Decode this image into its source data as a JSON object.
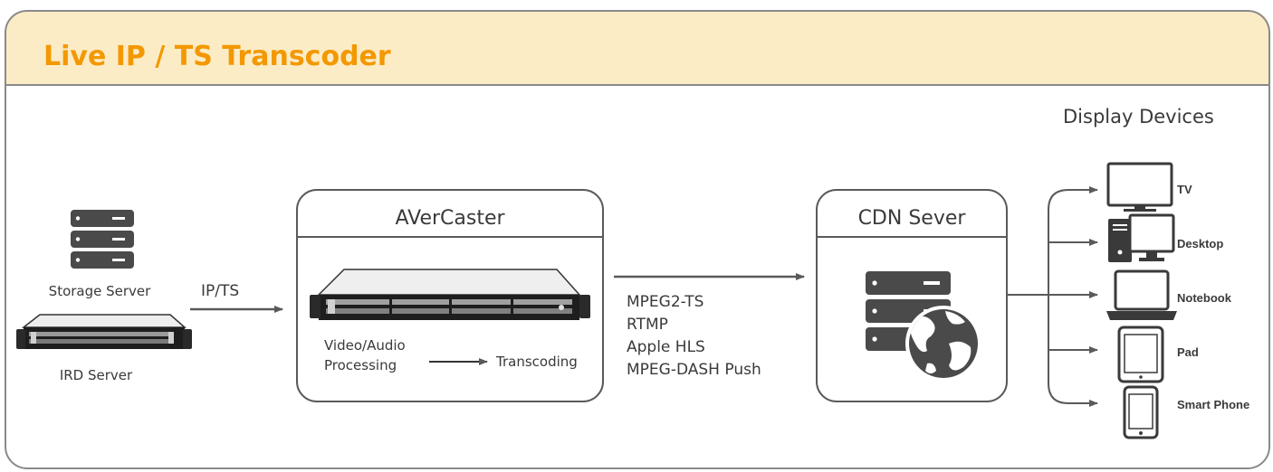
{
  "title": "Live IP / TS Transcoder",
  "sources": {
    "storage_label": "Storage Server",
    "ird_label": "IRD Server",
    "link_label": "IP/TS"
  },
  "avercaster": {
    "title": "AVerCaster",
    "processing_line1": "Video/Audio",
    "processing_line2": "Processing",
    "transcoding": "Transcoding"
  },
  "protocols": [
    "MPEG2-TS",
    "RTMP",
    "Apple HLS",
    "MPEG-DASH Push"
  ],
  "cdn": {
    "title": "CDN Sever"
  },
  "display": {
    "heading": "Display Devices",
    "devices": [
      {
        "label": "TV",
        "icon": "tv-icon"
      },
      {
        "label": "Desktop",
        "icon": "desktop-icon"
      },
      {
        "label": "Notebook",
        "icon": "notebook-icon"
      },
      {
        "label": "Pad",
        "icon": "pad-icon"
      },
      {
        "label": "Smart Phone",
        "icon": "smartphone-icon"
      }
    ]
  },
  "colors": {
    "header_bg": "#fcecc6",
    "title": "#f39800",
    "stroke": "#5a5a5a",
    "icon": "#4a4a4a",
    "text": "#3a3a3a"
  }
}
